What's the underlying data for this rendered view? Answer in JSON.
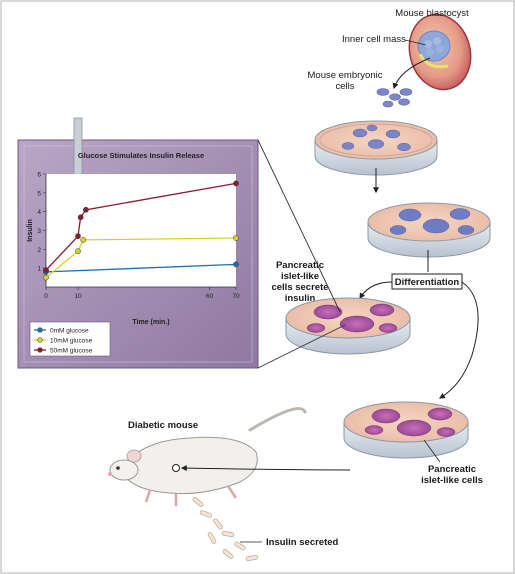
{
  "labels": {
    "mouse_blastocyst": "Mouse blastocyst",
    "inner_cell_mass": "Inner cell mass",
    "mouse_embryonic_1": "Mouse embryonic",
    "mouse_embryonic_2": "cells",
    "differentiation": "Differentiation",
    "pancreatic_islet_1": "Pancreatic",
    "pancreatic_islet_2": "islet-like",
    "pancreatic_islet_3": "cells secrete",
    "pancreatic_islet_4": "insulin",
    "pancreatic_cells_1": "Pancreatic",
    "pancreatic_cells_2": "islet-like cells",
    "diabetic_mouse": "Diabetic mouse",
    "insulin_secreted": "Insulin secreted"
  },
  "colors": {
    "chart_panel": "#a48fb2",
    "series_0mM": "#1f6fb2",
    "series_10mM": "#d6d22a",
    "series_50mM": "#8a1a2e"
  },
  "chart_data": {
    "type": "line",
    "title": "Glucose Stimulates Insulin Release",
    "xlabel": "Time (min.)",
    "ylabel": "Insulin",
    "xlim": [
      0,
      70
    ],
    "ylim": [
      0,
      6
    ],
    "x_ticks": [
      "0",
      "10",
      "60",
      "70"
    ],
    "x_tick_values": [
      0,
      10,
      60,
      70
    ],
    "y_ticks": [
      "1",
      "2",
      "3",
      "4",
      "5",
      "6"
    ],
    "y_tick_values": [
      1,
      2,
      3,
      4,
      5,
      6
    ],
    "legend_position": "bottom-left",
    "series": [
      {
        "name": "0mM glucose",
        "color": "#1f6fb2",
        "x": [
          0,
          70
        ],
        "y": [
          0.8,
          1.2
        ]
      },
      {
        "name": "10mM glucose",
        "color": "#d6d22a",
        "x": [
          0,
          10,
          12,
          70
        ],
        "y": [
          0.5,
          1.9,
          2.5,
          2.6
        ]
      },
      {
        "name": "50mM glucose",
        "color": "#8a1a2e",
        "x": [
          0,
          10,
          11,
          13,
          70
        ],
        "y": [
          0.9,
          2.7,
          3.7,
          4.1,
          5.5
        ]
      }
    ]
  }
}
